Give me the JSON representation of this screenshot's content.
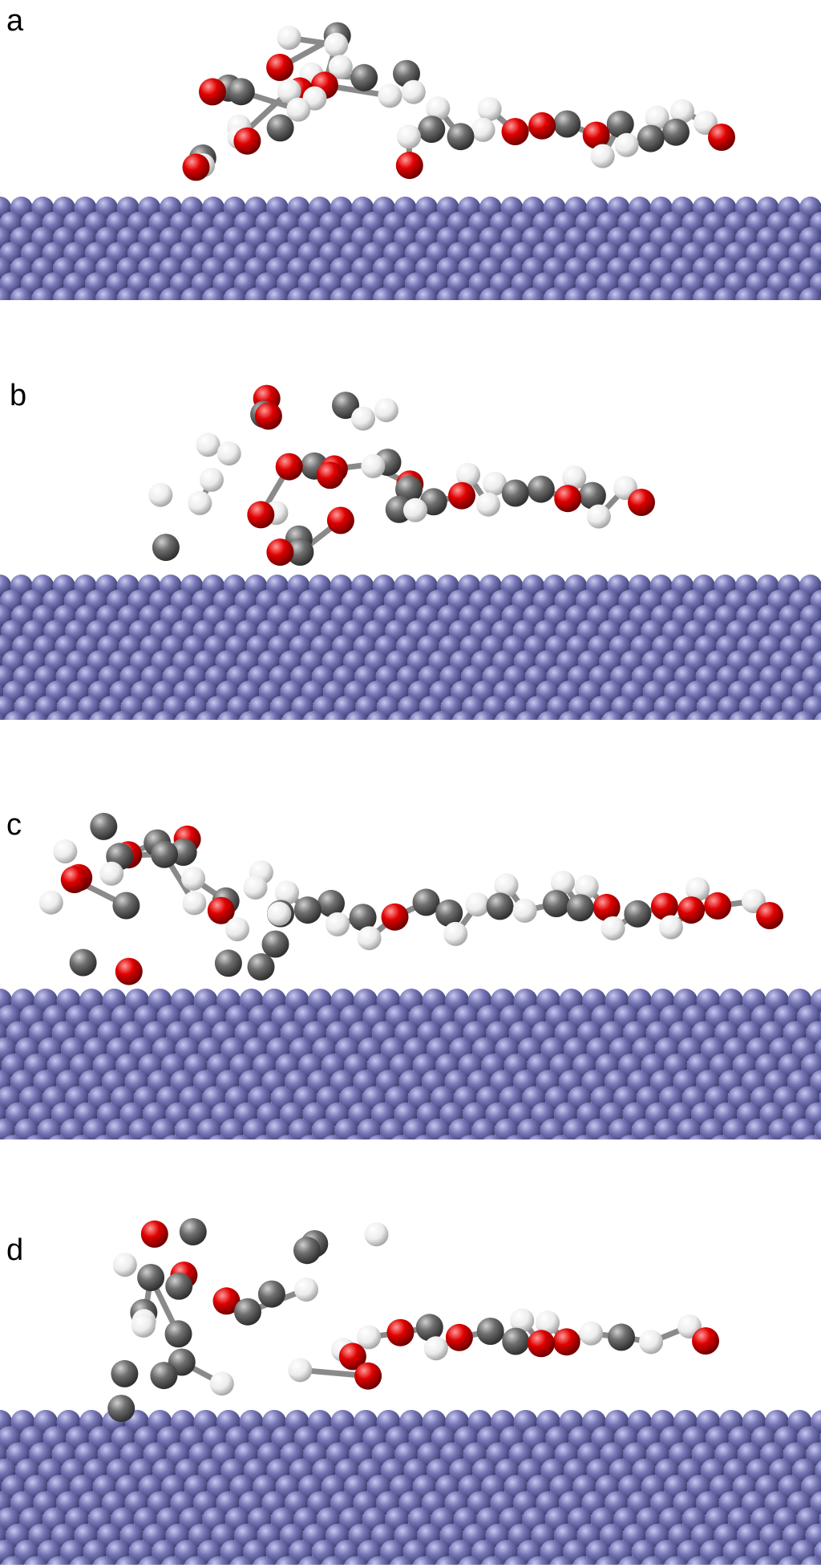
{
  "figure": {
    "panels": [
      {
        "label": "a"
      },
      {
        "label": "b"
      },
      {
        "label": "c"
      },
      {
        "label": "d"
      }
    ],
    "colors": {
      "surface_atom": "#7474b4",
      "carbon": "#707070",
      "oxygen": "#e00000",
      "hydrogen": "#f2f2f2",
      "bond": "#8a8a8a"
    }
  }
}
